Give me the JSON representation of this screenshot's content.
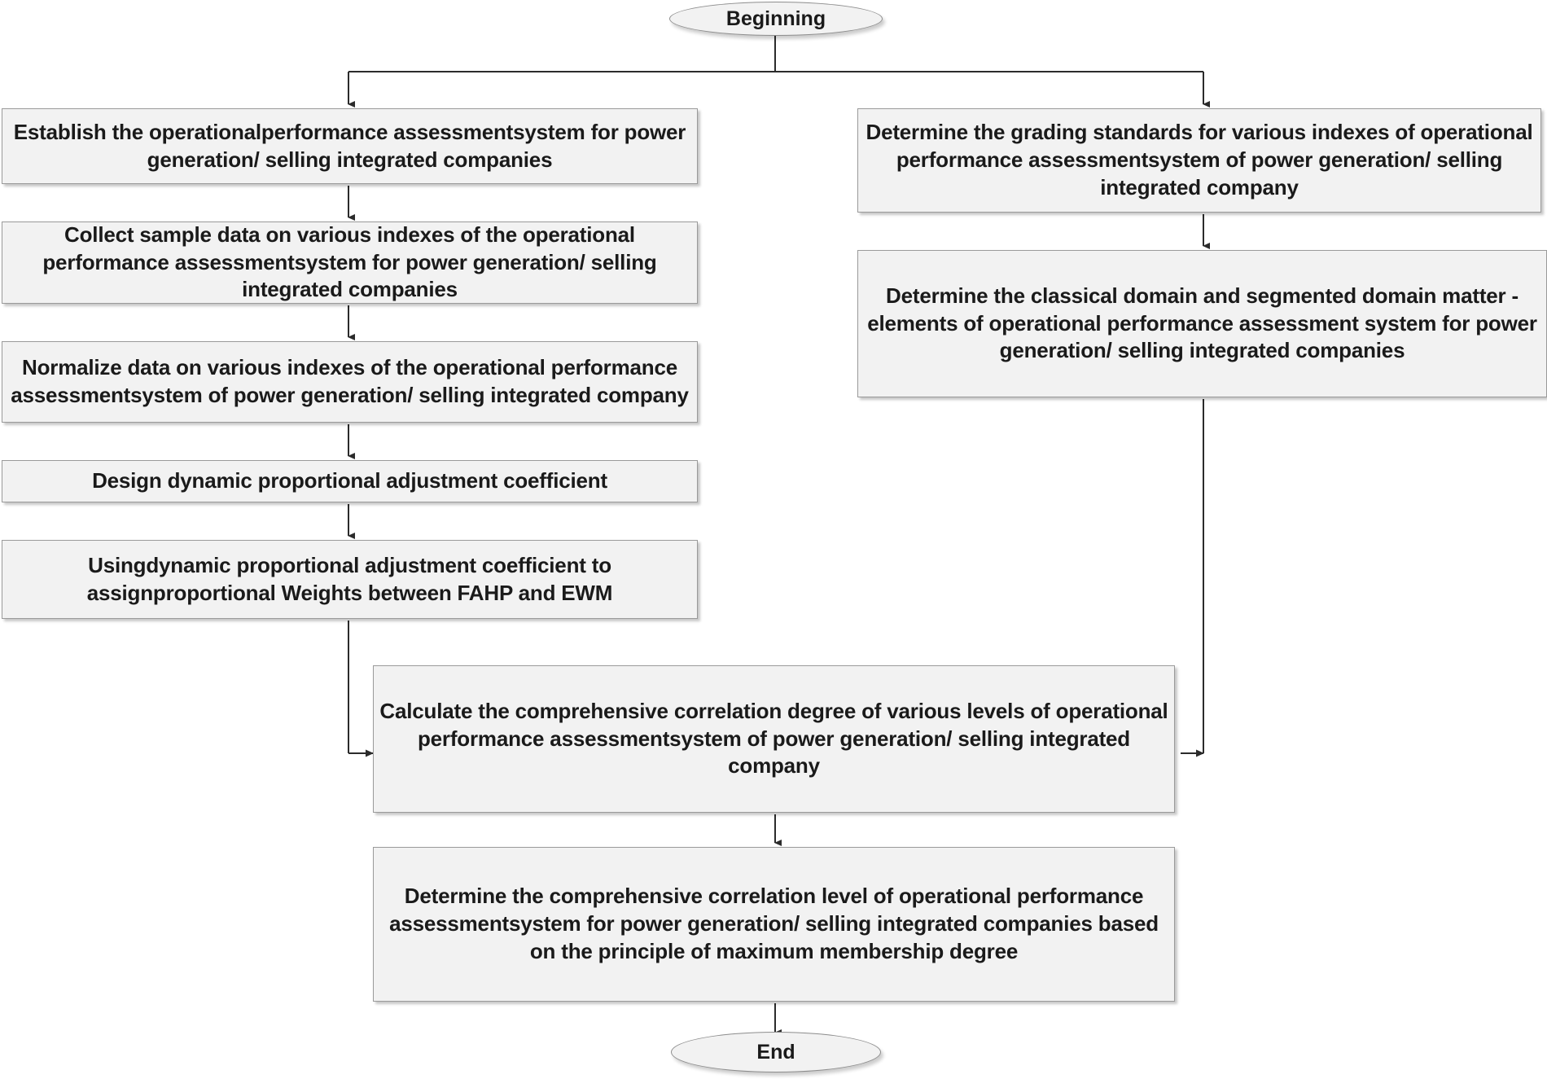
{
  "diagram": {
    "title": "Operational performance assessment flowchart",
    "colors": {
      "node_fill": "#f2f2f2",
      "node_border": "#9a9a9a",
      "edge": "#2b2b2b",
      "text": "#1a1a1a",
      "background": "#ffffff"
    },
    "start": {
      "label": "Beginning"
    },
    "end": {
      "label": "End"
    },
    "nodes": [
      {
        "id": "l1",
        "label": "Establish the operationalperformance assessmentsystem for power generation/ selling integrated companies"
      },
      {
        "id": "l2",
        "label": "Collect sample data on various indexes of the operational performance assessmentsystem for power generation/ selling integrated companies"
      },
      {
        "id": "l3",
        "label": "Normalize data on various indexes of the operational performance assessmentsystem of power generation/ selling integrated company"
      },
      {
        "id": "l4",
        "label": "Design dynamic proportional adjustment coefficient"
      },
      {
        "id": "l5",
        "label": "Usingdynamic proportional adjustment coefficient to assignproportional Weights between FAHP and EWM"
      },
      {
        "id": "r1",
        "label": "Determine the grading standards for various indexes of operational performance assessmentsystem of power generation/ selling integrated company"
      },
      {
        "id": "r2",
        "label": "Determine the classical domain and segmented domain matter -elements of operational performance assessment system for power generation/ selling integrated companies"
      },
      {
        "id": "m1",
        "label": "Calculate the comprehensive correlation degree  of various levels of operational performance assessmentsystem of power generation/ selling integrated company"
      },
      {
        "id": "m2",
        "label": "Determine the comprehensive correlation level of operational performance assessmentsystem for power generation/ selling integrated companies based on the principle of maximum membership degree"
      }
    ]
  }
}
